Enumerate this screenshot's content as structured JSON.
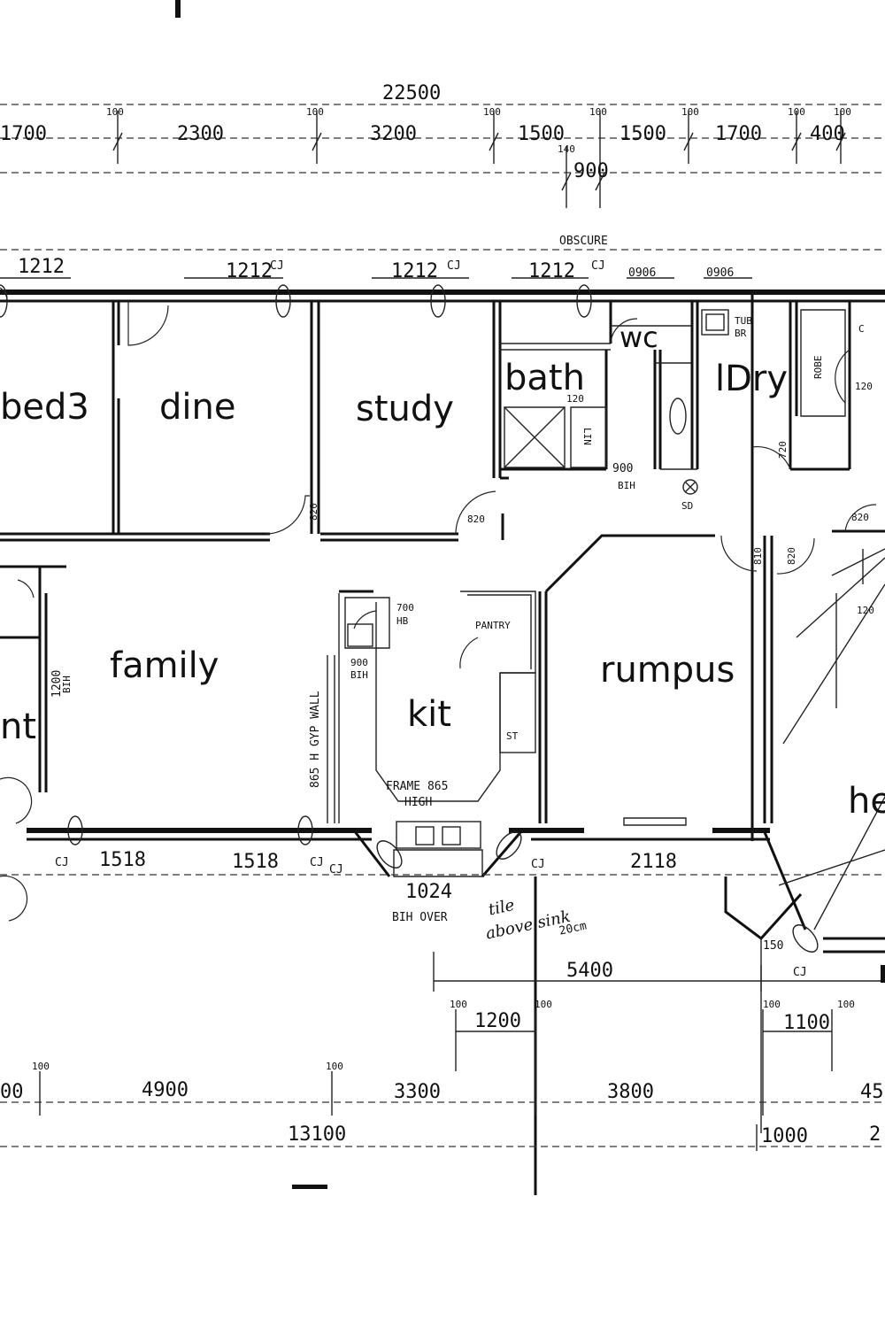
{
  "rooms": {
    "bed3": "bed3",
    "dine": "dine",
    "study": "study",
    "bath": "bath",
    "wc": "wc",
    "laundry": "lDry",
    "family": "family",
    "kit": "kit",
    "rumpus": "rumpus",
    "ent_partial": "nt",
    "he_partial": "he"
  },
  "notes": {
    "obscure": "OBSCURE",
    "robe": "ROBE",
    "lin": "LIN",
    "pantry": "PANTRY",
    "frame": "FRAME 865",
    "frame_high": "HIGH",
    "bi_over": "BIH OVER",
    "tile": "tile",
    "tile_note": "above sink",
    "tile_note2": "20cm",
    "wall_note": "865 H GYP WALL",
    "bi900": "900",
    "bi900b": "BIH",
    "bi1200": "1200",
    "bi1200b": "BIH",
    "tub": "TUB",
    "br": "BR",
    "mb700": "700",
    "hb": "HB",
    "st": "ST",
    "sd": "SD",
    "c": "C"
  },
  "dims": {
    "overall_top": "22500",
    "top": [
      "1700",
      "2300",
      "3200",
      "1500",
      "1500",
      "1700",
      "400"
    ],
    "top_small": [
      "100",
      "100",
      "100",
      "100",
      "100",
      "100",
      "100"
    ],
    "lower_small": "900",
    "lower_small2": "140",
    "window_top": [
      "1212",
      "1212",
      "1212",
      "1212",
      "0906",
      "0906"
    ],
    "cj": "CJ",
    "door_820": "820",
    "door_720": "720",
    "door_810": "810",
    "door_120": "120",
    "window_bottom": [
      "1518",
      "1518",
      "2118",
      "1024"
    ],
    "d5400": "5400",
    "d1200": "1200",
    "d1100": "1100",
    "d150": "150",
    "bottom": [
      "00",
      "4900",
      "3300",
      "3800",
      "45"
    ],
    "overall_bottom": "13100",
    "d1000": "1000",
    "d2": "2"
  }
}
